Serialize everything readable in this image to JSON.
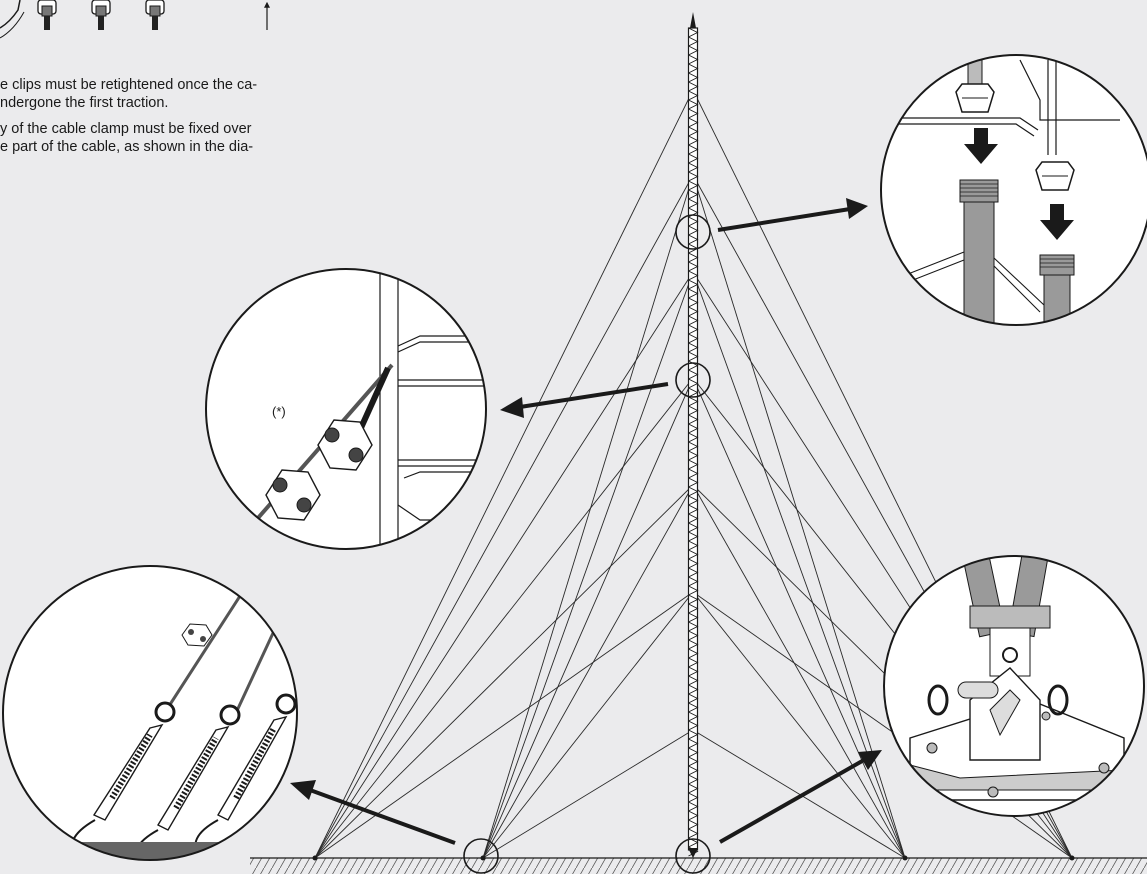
{
  "notes": {
    "line1": "e clips must be retightened once the ca-",
    "line2": "ndergone the first traction.",
    "line3": "y of the cable clamp must be fixed over",
    "line4": "e part of the cable, as shown in the dia-"
  },
  "detail_marker": "(*)",
  "colors": {
    "background": "#ebebed",
    "ink": "#1a1a1a",
    "circle_fill": "#ffffff",
    "tube_grey": "#9a9a9a",
    "ground_hatch": "#555555"
  },
  "icons": {
    "mast": "lattice-mast-icon",
    "pointer": "arrow-icon",
    "clamp": "cable-clamp-icon",
    "turnbuckle": "turnbuckle-icon",
    "nut": "hex-nut-icon"
  }
}
